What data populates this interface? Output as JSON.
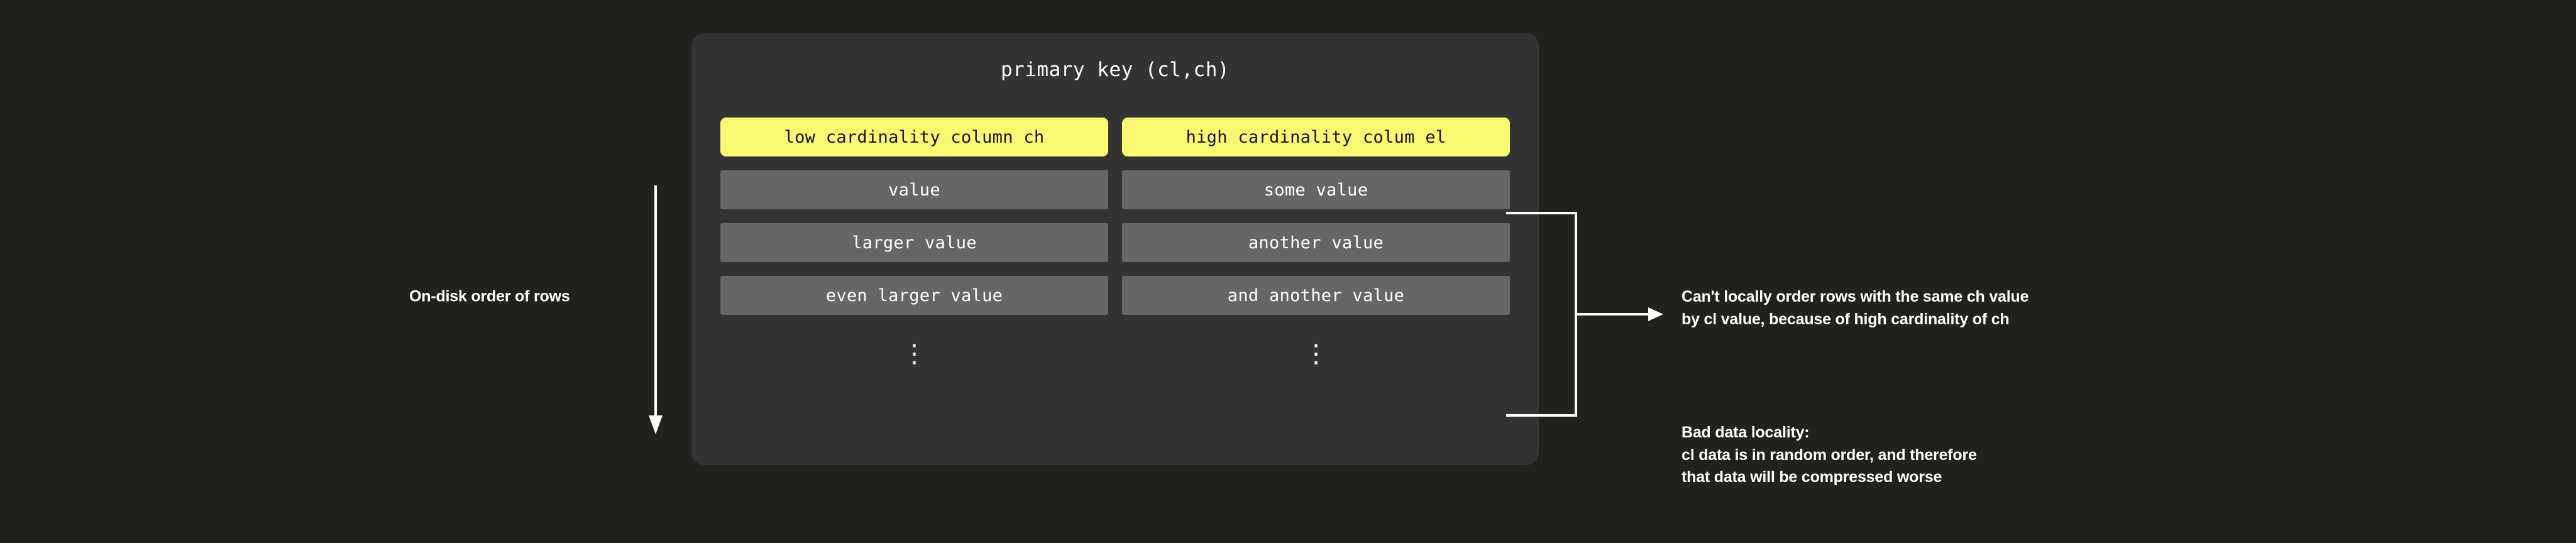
{
  "diagram": {
    "background_color": "#21221e",
    "card": {
      "background_color": "#333333",
      "title": "primary key (cl,ch)",
      "headers": [
        {
          "label": "low cardinality column ch",
          "color": "#f9f871"
        },
        {
          "label": "high cardinality colum el",
          "color": "#f9f871"
        }
      ],
      "rows": [
        {
          "left": "value",
          "right": "some value"
        },
        {
          "left": "larger value",
          "right": "another value"
        },
        {
          "left": "even larger value",
          "right": "and another value"
        }
      ],
      "continuation_symbol": "⋮",
      "row_color": "#666666"
    },
    "left_annotation": {
      "label": "On-disk order of rows",
      "arrow": "down-arrow"
    },
    "right_annotations": [
      {
        "id": "ordering-note",
        "text": "Can't locally order rows with the same ch value\nby cl value, because of high cardinality of ch"
      },
      {
        "id": "locality-note",
        "text": "Bad data locality:\ncl data is in random order, and therefore\nthat data will be compressed worse"
      }
    ],
    "connector": {
      "type": "bracket-with-arrow",
      "color": "#ffffff"
    }
  }
}
